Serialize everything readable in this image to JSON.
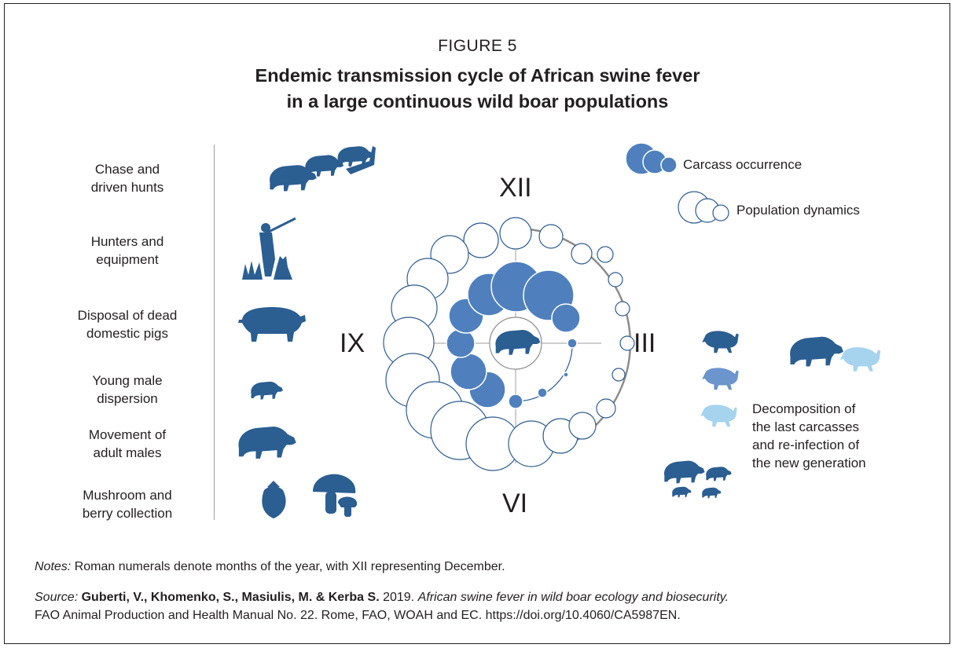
{
  "figure": {
    "label": "FIGURE 5",
    "title_line1": "Endemic transmission cycle of African swine fever",
    "title_line2": "in a large continuous wild boar populations"
  },
  "left_labels": [
    {
      "line1": "Chase and",
      "line2": "driven hunts"
    },
    {
      "line1": "Hunters and",
      "line2": "equipment"
    },
    {
      "line1": "Disposal of dead",
      "line2": "domestic pigs"
    },
    {
      "line1": "Young male",
      "line2": "dispersion"
    },
    {
      "line1": "Movement of",
      "line2": "adult males"
    },
    {
      "line1": "Mushroom and",
      "line2": "berry collection"
    }
  ],
  "months": {
    "xii": "XII",
    "iii": "III",
    "vi": "VI",
    "ix": "IX"
  },
  "legend": {
    "carcass": "Carcass occurrence",
    "population": "Population dynamics"
  },
  "decomposition": {
    "line1": "Decomposition of",
    "line2": "the last carcasses",
    "line3": "and re-infection of",
    "line4": "the new generation"
  },
  "notes": {
    "label": "Notes:",
    "text": " Roman numerals denote months of the year, with XII representing December."
  },
  "source": {
    "label": "Source:",
    "authors": "Guberti, V., Khomenko, S., Masiulis, M. & Kerba S.",
    "year": " 2019. ",
    "book": "African swine fever in wild boar ecology and biosecurity.",
    "line2": "FAO Animal Production and Health Manual No. 22. Rome, FAO, WOAH and EC. https://doi.org/10.4060/CA5987EN."
  },
  "colors": {
    "dark_blue": "#2b5e91",
    "mid_blue": "#4f80bd",
    "light_blue": "#7ea7d6",
    "pale_blue": "#a6d3ee",
    "outline": "#2d5c8e",
    "grey": "#9d9d9d"
  },
  "icons": {
    "hunt": "boar-hunt-dogs-icon",
    "hunter": "hunter-with-rifle-and-dog-icon",
    "pig": "domestic-pig-icon",
    "young_boar": "young-boar-icon",
    "adult_boar": "adult-boar-icon",
    "strawberry": "strawberry-icon",
    "mushroom": "mushroom-icon",
    "center_boar": "center-boar-icon"
  }
}
